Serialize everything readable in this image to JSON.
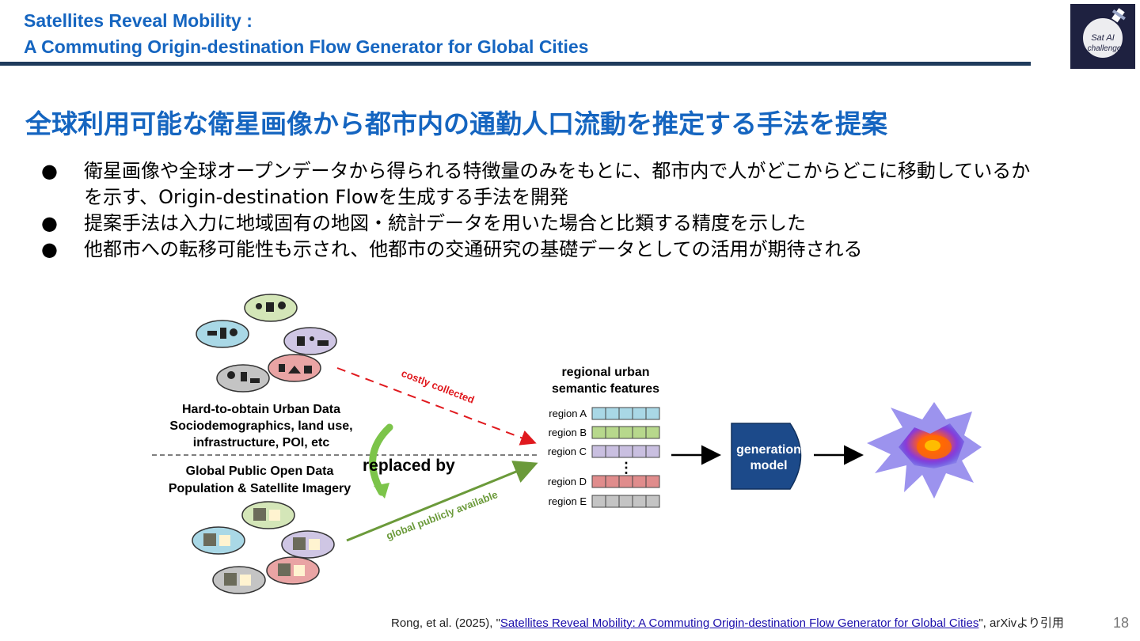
{
  "header": {
    "title_line1": "Satellites Reveal Mobility :",
    "title_line2": "A Commuting Origin-destination Flow Generator for Global Cities",
    "logo_text": "SatAI challenge"
  },
  "headline": "全球利用可能な衛星画像から都市内の通勤人口流動を推定する手法を提案",
  "bullets": {
    "marker": "●",
    "item1_line1": "衛星画像や全球オープンデータから得られる特徴量のみをもとに、都市内で人がどこからどこに移動しているか",
    "item1_line2": "を示す、Origin-destination Flowを生成する手法を開発",
    "item2": "提案手法は入力に地域固有の地図・統計データを用いた場合と比類する精度を示した",
    "item3": "他都市への転移可能性も示され、他都市の交通研究の基礎データとしての活用が期待される"
  },
  "diagram": {
    "hard_title": "Hard-to-obtain Urban Data",
    "hard_line2": "Sociodemographics, land use,",
    "hard_line3": "infrastructure, POI, etc",
    "open_title": "Global Public Open Data",
    "open_line2": "Population & Satellite Imagery",
    "replaced_by": "replaced by",
    "costly": "costly collected",
    "global": "global publicly available",
    "features_title_line1": "regional urban",
    "features_title_line2": "semantic features",
    "regions": [
      {
        "label": "region A",
        "color": "#a9d8e6"
      },
      {
        "label": "region B",
        "color": "#b7d88c"
      },
      {
        "label": "region C",
        "color": "#c9bfe0"
      },
      {
        "label": "region D",
        "color": "#e08c8c"
      },
      {
        "label": "region E",
        "color": "#c4c4c4"
      }
    ],
    "ellipsis": "⋮",
    "model_line1": "generation",
    "model_line2": "model",
    "colors": {
      "red_arrow": "#e0191e",
      "green_arrow": "#6b9a3a",
      "model_box": "#1c4a8a",
      "ellipse_green": "#d4e6b8",
      "ellipse_blue": "#a9d8e6",
      "ellipse_purple": "#cfc6e4",
      "ellipse_red": "#e9a4a4",
      "ellipse_gray": "#c4c4c4"
    }
  },
  "citation": {
    "prefix": "Rong, et al. (2025), \"",
    "link": "Satellites Reveal Mobility: A Commuting Origin-destination Flow Generator for Global Cities",
    "suffix": "\", arXivより引用"
  },
  "page_number": "18"
}
